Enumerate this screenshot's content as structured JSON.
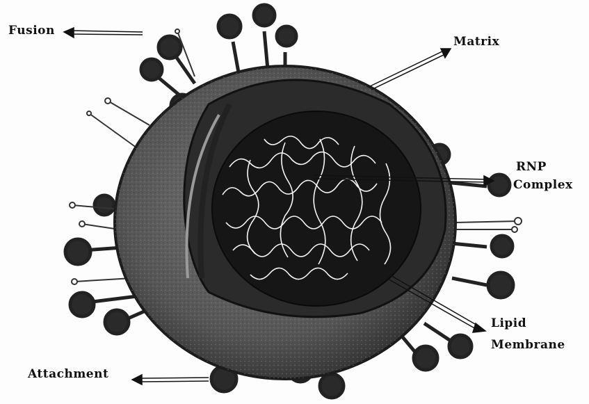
{
  "labels": {
    "fusion": "Fusion",
    "matrix": "Matrix",
    "rnp_line1": "RNP",
    "rnp_line2": "Complex",
    "lipid_line1": "Lipid",
    "lipid_line2": "Membrane",
    "attachment": "Attachment"
  },
  "colors": {
    "ink": "#111111",
    "envelope": "#5a5a5a",
    "core": "#1a1a1a",
    "strands": "#ffffff",
    "background": "#fdfdfd"
  }
}
